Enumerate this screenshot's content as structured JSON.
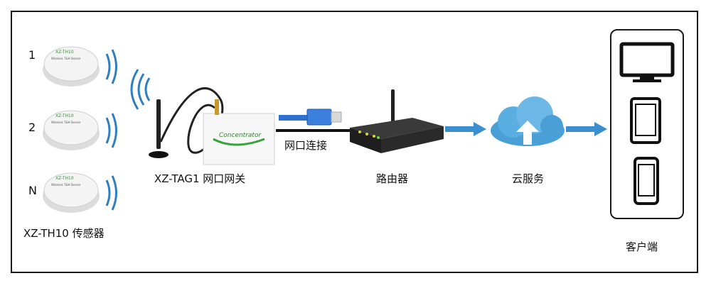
{
  "sensors": {
    "items": [
      {
        "index_label": "1",
        "face_title": "XZ-TH10",
        "face_sub": "Wireless T&H Sensor"
      },
      {
        "index_label": "2",
        "face_title": "XZ-TH10",
        "face_sub": "Wireless T&H Sensor"
      },
      {
        "index_label": "N",
        "face_title": "XZ-TH10",
        "face_sub": "Wireless T&H Sensor"
      }
    ],
    "caption": "XZ-TH10 传感器"
  },
  "gateway": {
    "brand_text": "Concentrator",
    "caption": "XZ-TAG1 网口网关"
  },
  "link": {
    "caption": "网口连接"
  },
  "router": {
    "caption": "路由器"
  },
  "cloud": {
    "caption": "云服务"
  },
  "clients": {
    "caption": "客户端",
    "devices": [
      "monitor-icon",
      "tablet-icon",
      "phone-icon"
    ]
  },
  "colors": {
    "frame": "#1a1a1a",
    "wave": "#2f7fc0",
    "cloud": "#4a9fd6",
    "arrow": "#3b8fcf",
    "cable": "#2e6fd0"
  }
}
